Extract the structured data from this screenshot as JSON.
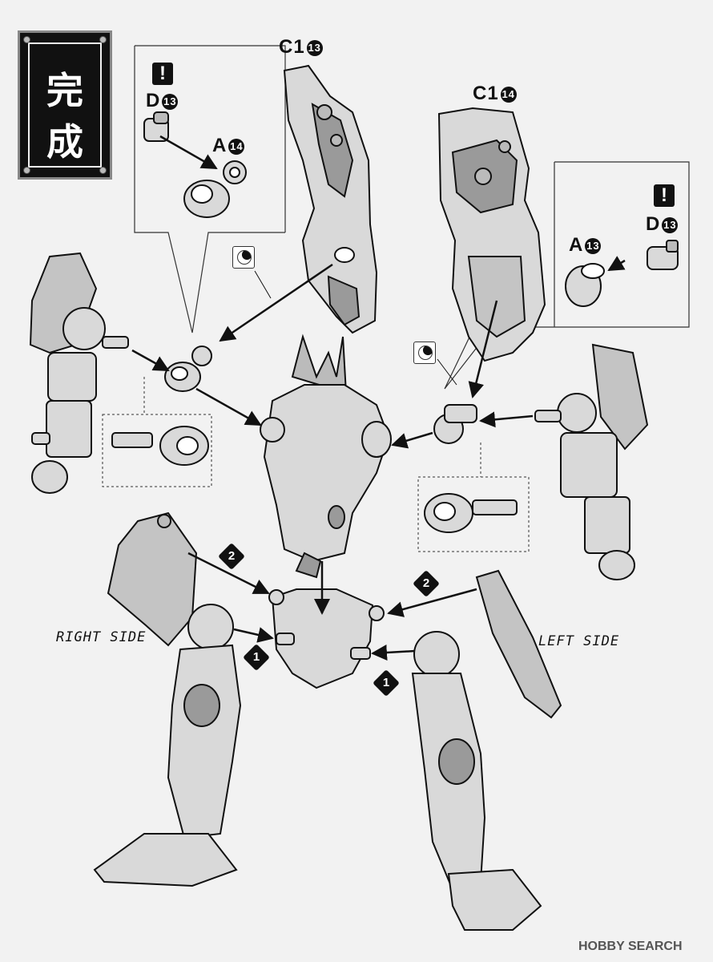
{
  "title": {
    "line1": "完",
    "line2": "成"
  },
  "labels": {
    "c1_13": {
      "part": "C1",
      "num": "13"
    },
    "c1_14": {
      "part": "C1",
      "num": "14"
    },
    "d13_left": {
      "part": "D",
      "num": "13"
    },
    "a14": {
      "part": "A",
      "num": "14"
    },
    "d13_right": {
      "part": "D",
      "num": "13"
    },
    "a13": {
      "part": "A",
      "num": "13"
    }
  },
  "warning": "!",
  "steps": {
    "one": "1",
    "two": "2"
  },
  "sides": {
    "right": "RIGHT SIDE",
    "left": "LEFT SIDE"
  },
  "watermark": "HOBBY SEARCH",
  "colors": {
    "ink": "#111111",
    "paper": "#f2f2f2",
    "part_fill": "#d9d9d9",
    "part_shade": "#9a9a9a"
  }
}
